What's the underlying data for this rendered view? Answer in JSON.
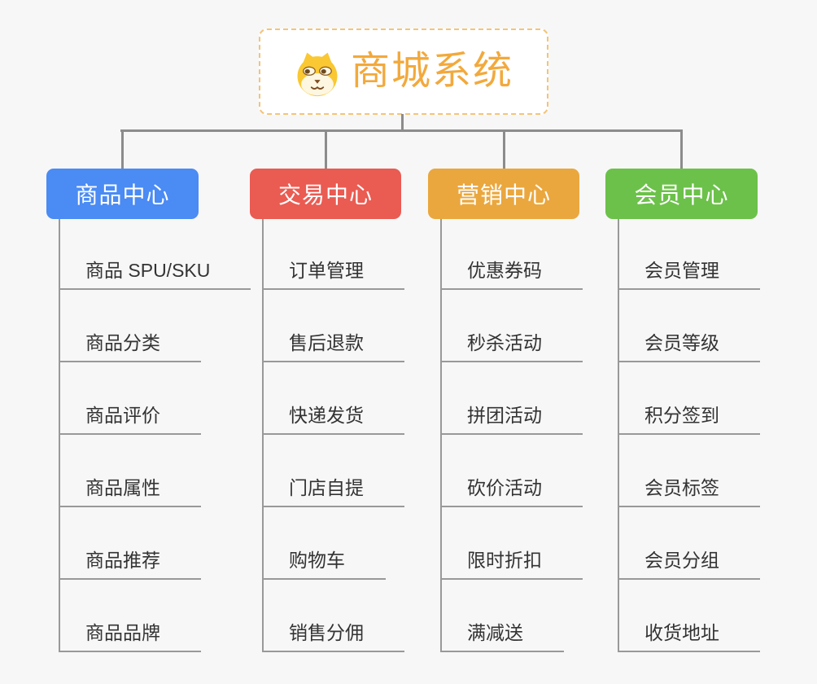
{
  "root": {
    "title": "商城系统",
    "icon": "shiba-dog-icon"
  },
  "branches": [
    {
      "label": "商品中心",
      "color": "#4a8bf4",
      "children": [
        "商品 SPU/SKU",
        "商品分类",
        "商品评价",
        "商品属性",
        "商品推荐",
        "商品品牌"
      ]
    },
    {
      "label": "交易中心",
      "color": "#ea5b52",
      "children": [
        "订单管理",
        "售后退款",
        "快递发货",
        "门店自提",
        "购物车",
        "销售分佣"
      ]
    },
    {
      "label": "营销中心",
      "color": "#eaa73e",
      "children": [
        "优惠券码",
        "秒杀活动",
        "拼团活动",
        "砍价活动",
        "限时折扣",
        "满减送"
      ]
    },
    {
      "label": "会员中心",
      "color": "#6cc14a",
      "children": [
        "会员管理",
        "会员等级",
        "积分签到",
        "会员标签",
        "会员分组",
        "收货地址"
      ]
    }
  ],
  "colors": {
    "background": "#f7f7f7",
    "root_border": "#f4c477",
    "root_text": "#f2a93c",
    "connector": "#8c8c8c",
    "branch_line": "#999999",
    "child_text": "#333333",
    "node_text": "#ffffff"
  }
}
